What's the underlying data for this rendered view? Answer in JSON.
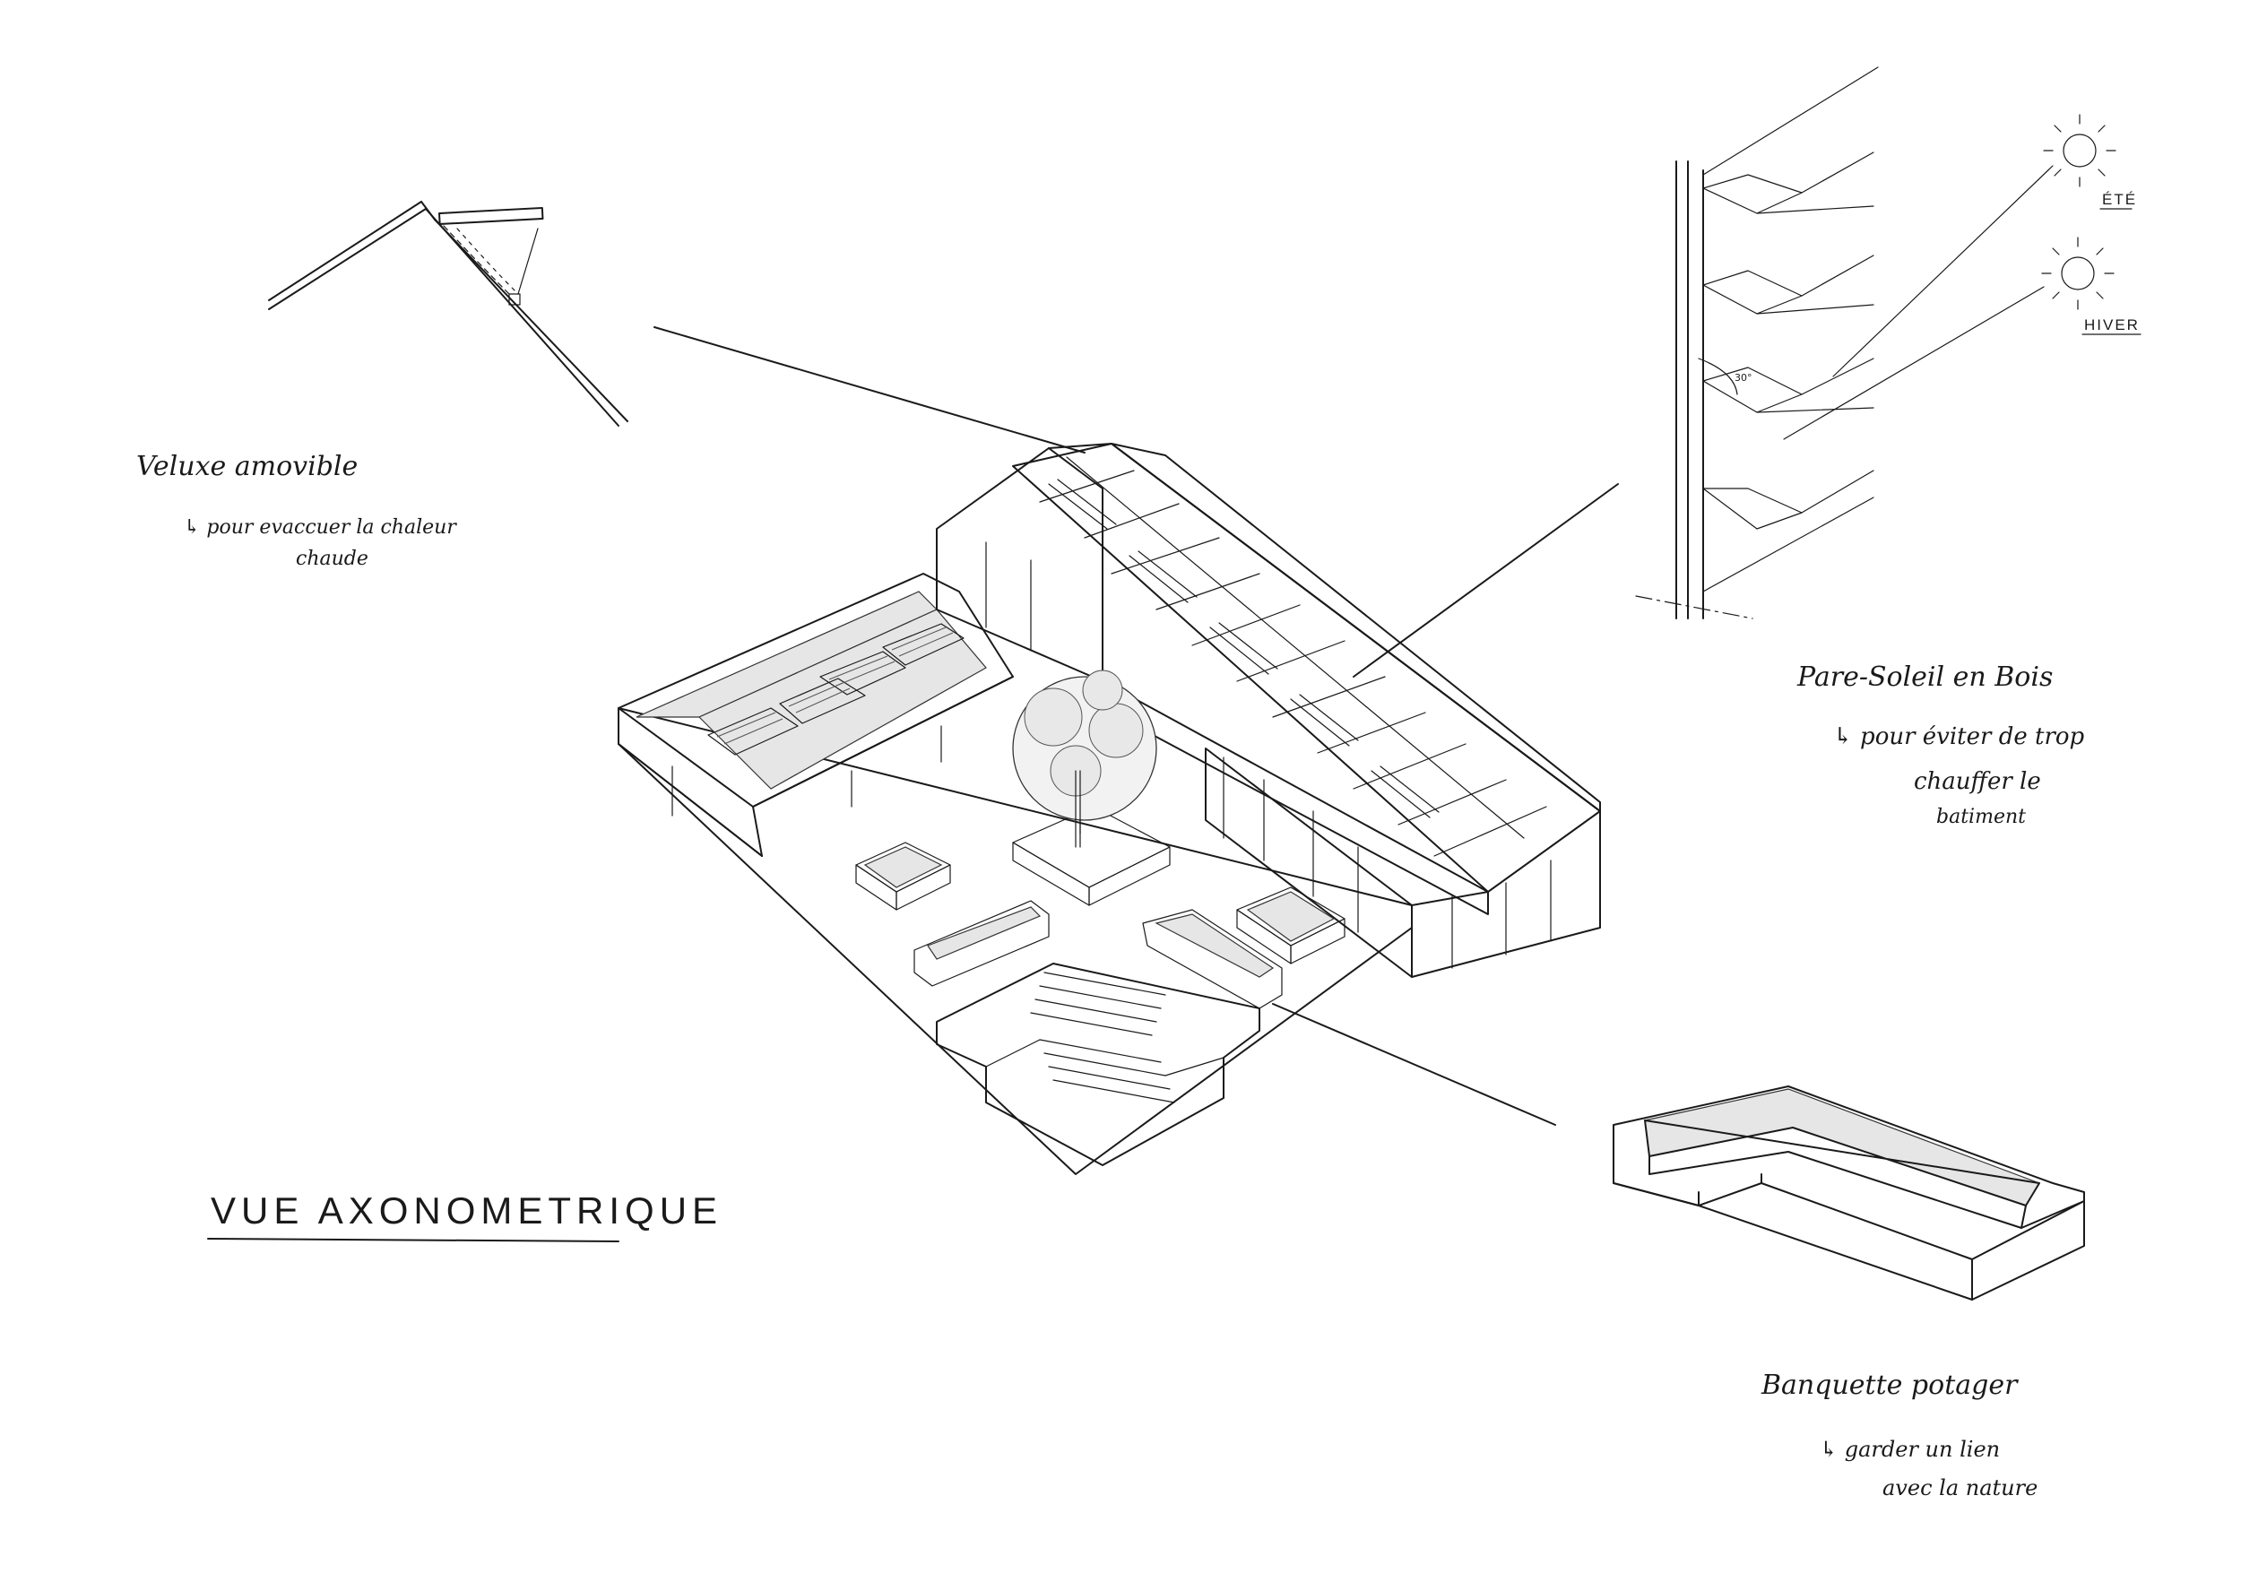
{
  "annotations": {
    "veluxe": {
      "title": "Veluxe amovible",
      "line1": "↳ pour evaccuer la chaleur",
      "line2": "chaude"
    },
    "pare_soleil": {
      "title": "Pare-Soleil en Bois",
      "line1": "↳ pour éviter de trop",
      "line2": "chauffer le",
      "line3": "batiment"
    },
    "banquette": {
      "title": "Banquette potager",
      "line1": "↳ garder un lien",
      "line2": "avec la nature"
    },
    "sun_labels": {
      "summer": "ÉTÉ",
      "winter": "HIVER",
      "angle": "30°"
    }
  },
  "view_title": "VUE AXONOMETRIQUE",
  "colors": {
    "ink": "#1a1a1a",
    "paper": "#ffffff"
  }
}
